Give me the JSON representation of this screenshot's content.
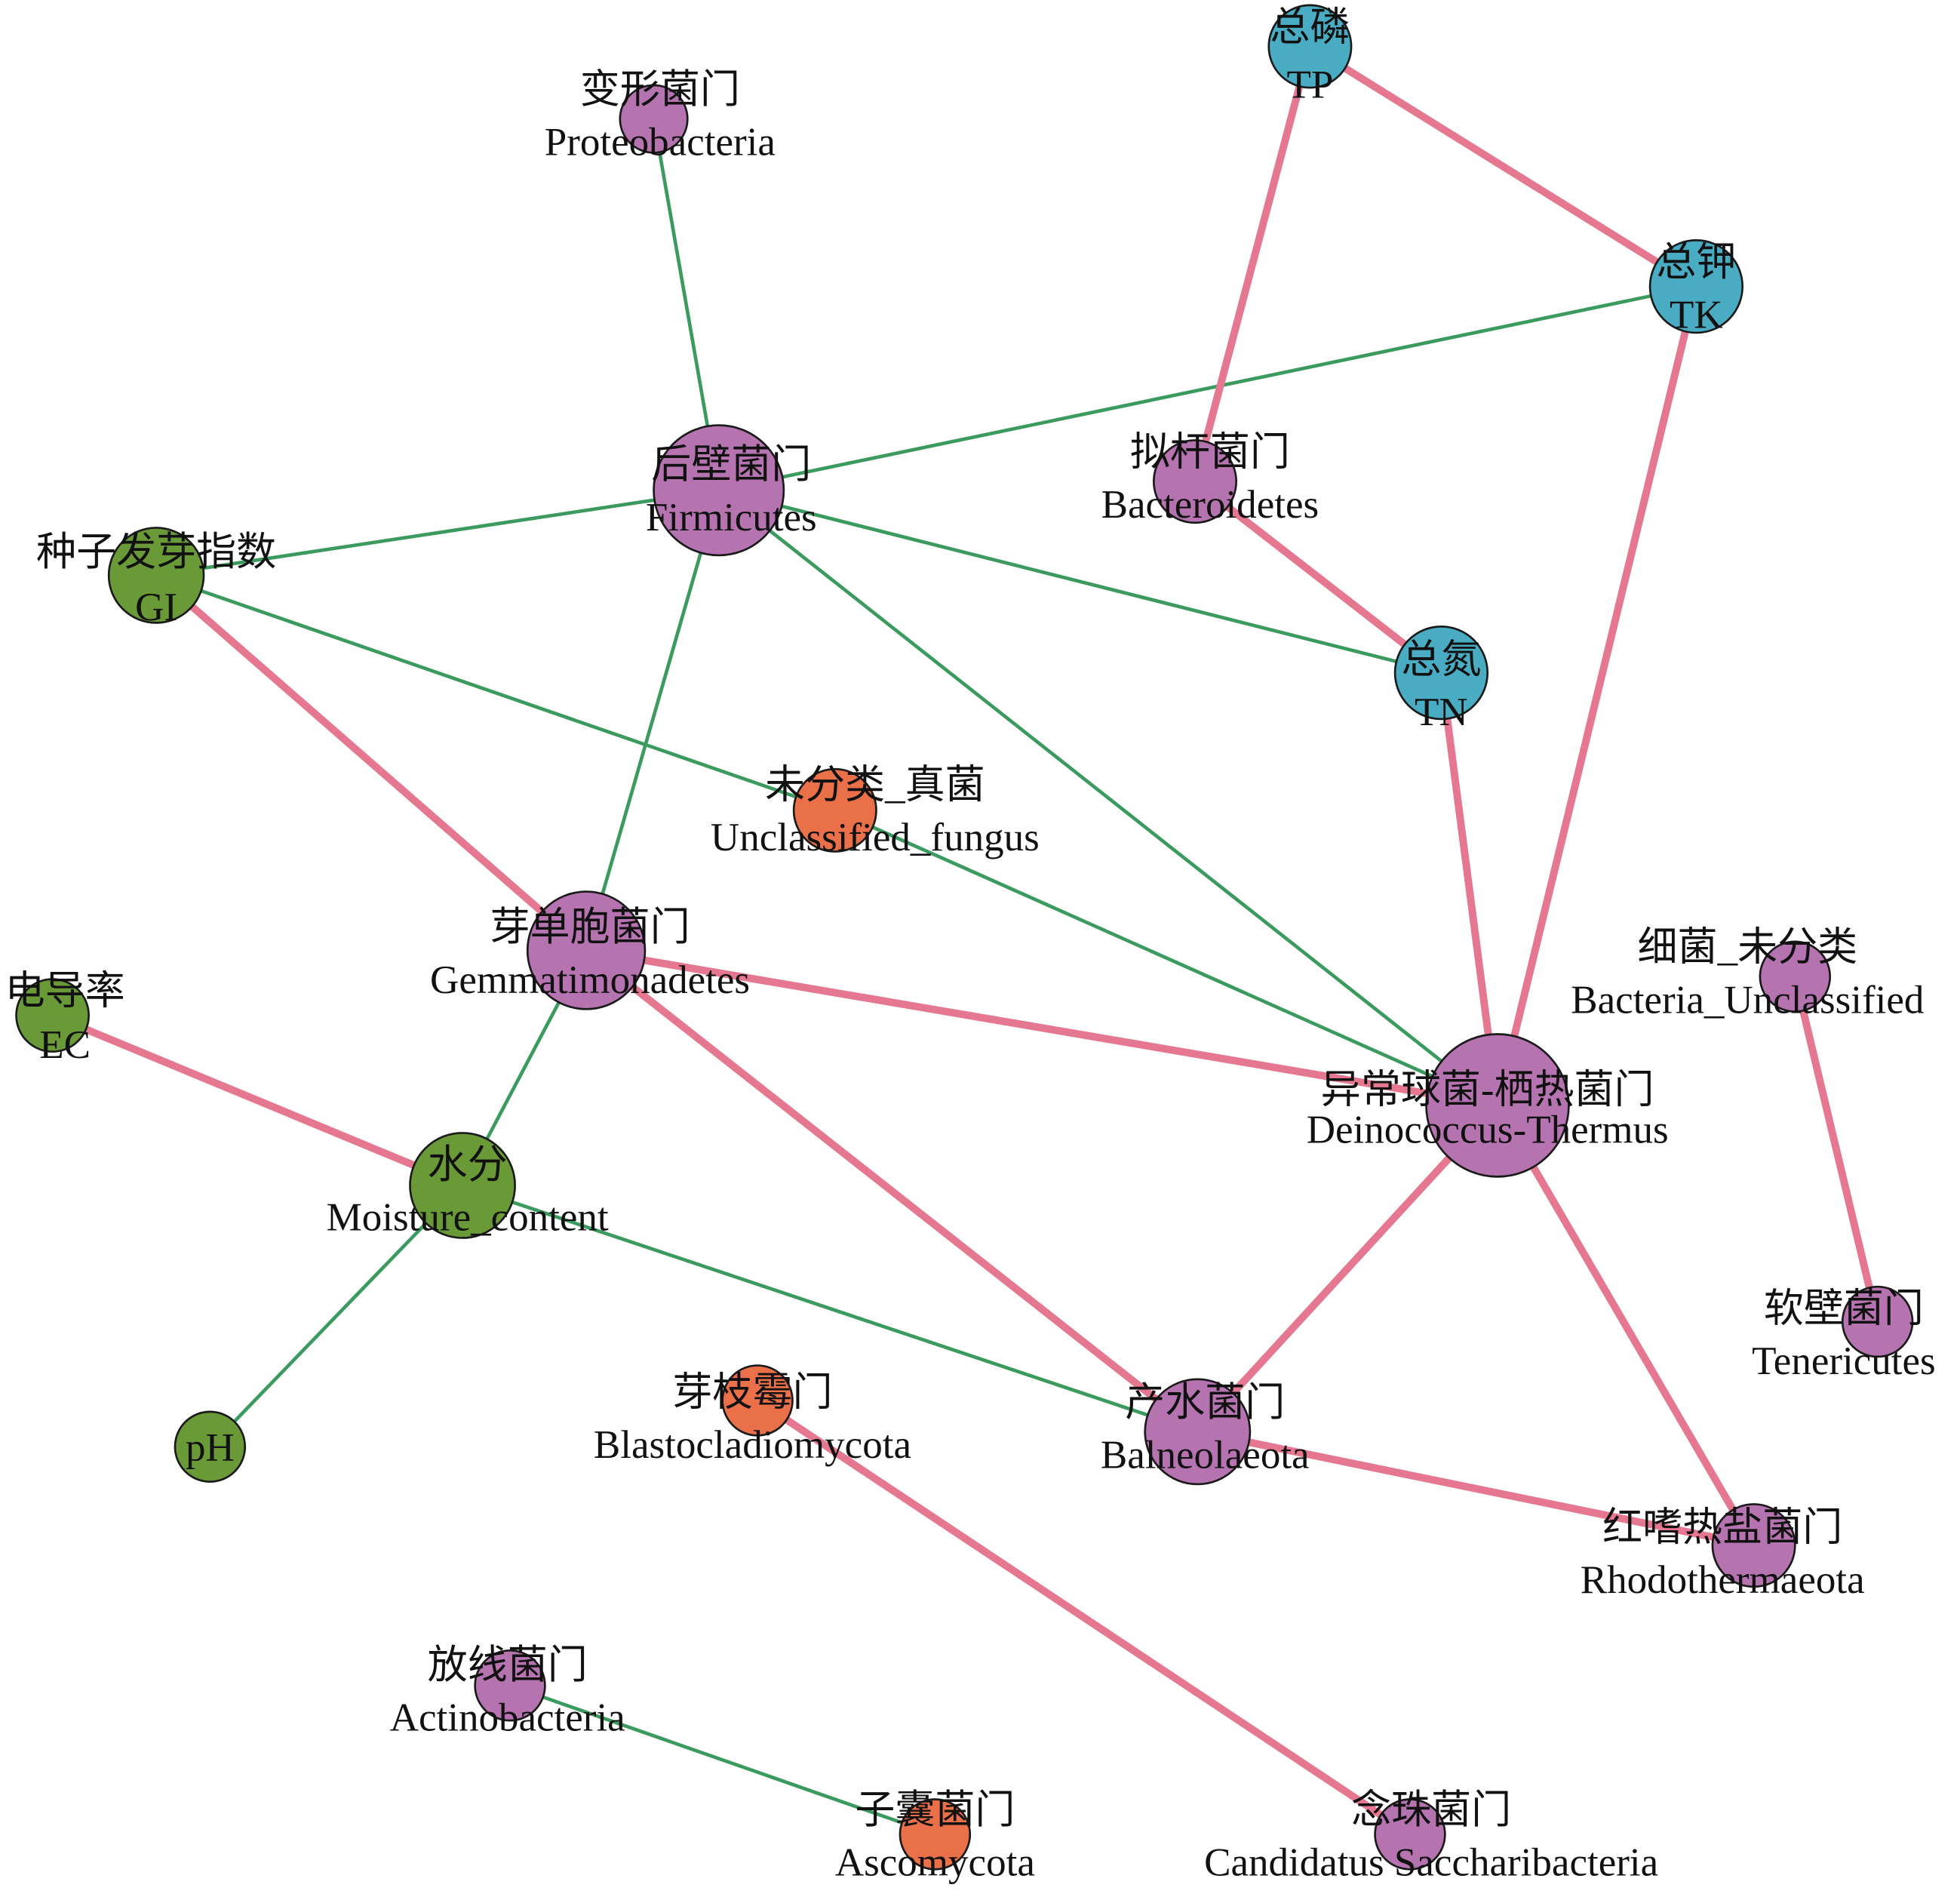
{
  "colors": {
    "microbe": "#b574b0",
    "nutrient": "#4aacc2",
    "property": "#6a9a38",
    "fungus": "#ea7049",
    "positive_edge": "#e57890",
    "negative_edge": "#3b9a5e"
  },
  "nodes": [
    {
      "id": "proteobacteria",
      "cn": "变形菌门",
      "en": "Proteobacteria",
      "group": "microbe"
    },
    {
      "id": "tp",
      "cn": "总磷",
      "en": "TP",
      "group": "nutrient"
    },
    {
      "id": "tk",
      "cn": "总钾",
      "en": "TK",
      "group": "nutrient"
    },
    {
      "id": "firmicutes",
      "cn": "后壁菌门",
      "en": "Firmicutes",
      "group": "microbe"
    },
    {
      "id": "bacteroidetes",
      "cn": "拟杆菌门",
      "en": "Bacteroidetes",
      "group": "microbe"
    },
    {
      "id": "gi",
      "cn": "种子发芽指数",
      "en": "GI",
      "group": "property"
    },
    {
      "id": "tn",
      "cn": "总氮",
      "en": "TN",
      "group": "nutrient"
    },
    {
      "id": "unclassified_fungus",
      "cn": "未分类_真菌",
      "en": "Unclassified_fungus",
      "group": "fungus"
    },
    {
      "id": "gemmatimonadetes",
      "cn": "芽单胞菌门",
      "en": "Gemmatimonadetes",
      "group": "microbe"
    },
    {
      "id": "ec",
      "cn": "电导率",
      "en": "EC",
      "group": "property"
    },
    {
      "id": "bacteria_unclassified",
      "cn": "细菌_未分类",
      "en": "Bacteria_Unclassified",
      "group": "microbe"
    },
    {
      "id": "deinococcus",
      "cn": "异常球菌-栖热菌门",
      "en": "Deinococcus-Thermus",
      "group": "microbe"
    },
    {
      "id": "moisture",
      "cn": "水分",
      "en": "Moisture_content",
      "group": "property"
    },
    {
      "id": "tenericutes",
      "cn": "软壁菌门",
      "en": "Tenericutes",
      "group": "microbe"
    },
    {
      "id": "ph",
      "cn": "",
      "en": "pH",
      "group": "property"
    },
    {
      "id": "blastocladiomycota",
      "cn": "芽枝霉门",
      "en": "Blastocladiomycota",
      "group": "fungus"
    },
    {
      "id": "balneolaeota",
      "cn": "产水菌门",
      "en": "Balneolaeota",
      "group": "microbe"
    },
    {
      "id": "rhodothermaeota",
      "cn": "红嗜热盐菌门",
      "en": "Rhodothermaeota",
      "group": "microbe"
    },
    {
      "id": "actinobacteria",
      "cn": "放线菌门",
      "en": "Actinobacteria",
      "group": "microbe"
    },
    {
      "id": "ascomycota",
      "cn": "子囊菌门",
      "en": "Ascomycota",
      "group": "fungus"
    },
    {
      "id": "saccharibacteria",
      "cn": "念珠菌门",
      "en": "Candidatus Saccharibacteria",
      "group": "microbe"
    }
  ],
  "edges": [
    {
      "a": "proteobacteria",
      "b": "firmicutes",
      "type": "negative"
    },
    {
      "a": "tk",
      "b": "firmicutes",
      "type": "negative"
    },
    {
      "a": "gi",
      "b": "firmicutes",
      "type": "negative"
    },
    {
      "a": "firmicutes",
      "b": "tn",
      "type": "negative"
    },
    {
      "a": "firmicutes",
      "b": "deinococcus",
      "type": "negative"
    },
    {
      "a": "firmicutes",
      "b": "gemmatimonadetes",
      "type": "negative"
    },
    {
      "a": "gi",
      "b": "unclassified_fungus",
      "type": "negative"
    },
    {
      "a": "unclassified_fungus",
      "b": "deinococcus",
      "type": "negative"
    },
    {
      "a": "gemmatimonadetes",
      "b": "moisture",
      "type": "negative"
    },
    {
      "a": "moisture",
      "b": "ph",
      "type": "negative"
    },
    {
      "a": "moisture",
      "b": "balneolaeota",
      "type": "negative"
    },
    {
      "a": "actinobacteria",
      "b": "ascomycota",
      "type": "negative"
    },
    {
      "a": "tp",
      "b": "tk",
      "type": "positive"
    },
    {
      "a": "tp",
      "b": "bacteroidetes",
      "type": "positive"
    },
    {
      "a": "bacteroidetes",
      "b": "tn",
      "type": "positive"
    },
    {
      "a": "tk",
      "b": "deinococcus",
      "type": "positive"
    },
    {
      "a": "tn",
      "b": "deinococcus",
      "type": "positive"
    },
    {
      "a": "gi",
      "b": "gemmatimonadetes",
      "type": "positive"
    },
    {
      "a": "gemmatimonadetes",
      "b": "deinococcus",
      "type": "positive"
    },
    {
      "a": "gemmatimonadetes",
      "b": "balneolaeota",
      "type": "positive"
    },
    {
      "a": "ec",
      "b": "moisture",
      "type": "positive"
    },
    {
      "a": "deinococcus",
      "b": "balneolaeota",
      "type": "positive"
    },
    {
      "a": "deinococcus",
      "b": "rhodothermaeota",
      "type": "positive"
    },
    {
      "a": "balneolaeota",
      "b": "rhodothermaeota",
      "type": "positive"
    },
    {
      "a": "bacteria_unclassified",
      "b": "tenericutes",
      "type": "positive"
    },
    {
      "a": "blastocladiomycota",
      "b": "saccharibacteria",
      "type": "positive"
    }
  ]
}
